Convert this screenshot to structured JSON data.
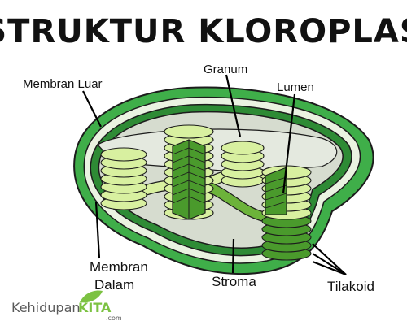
{
  "title": "STRUKTUR KLOROPLAS",
  "labels": {
    "membran_luar": "Membran Luar",
    "granum": "Granum",
    "lumen": "Lumen",
    "membran_dalam_1": "Membran",
    "membran_dalam_2": "Dalam",
    "stroma": "Stroma",
    "tilakoid": "Tilakoid"
  },
  "logo": {
    "main": "Kehidupan",
    "accent": "KITA",
    "suffix": ".com"
  },
  "colors": {
    "outer_membrane": "#3fae49",
    "inner_membrane": "#2e8b35",
    "stroma": "#d6dccf",
    "thylakoid_light": "#d8f0a0",
    "thylakoid_dark": "#4a9a2c",
    "logo_accent": "#7cc242"
  }
}
